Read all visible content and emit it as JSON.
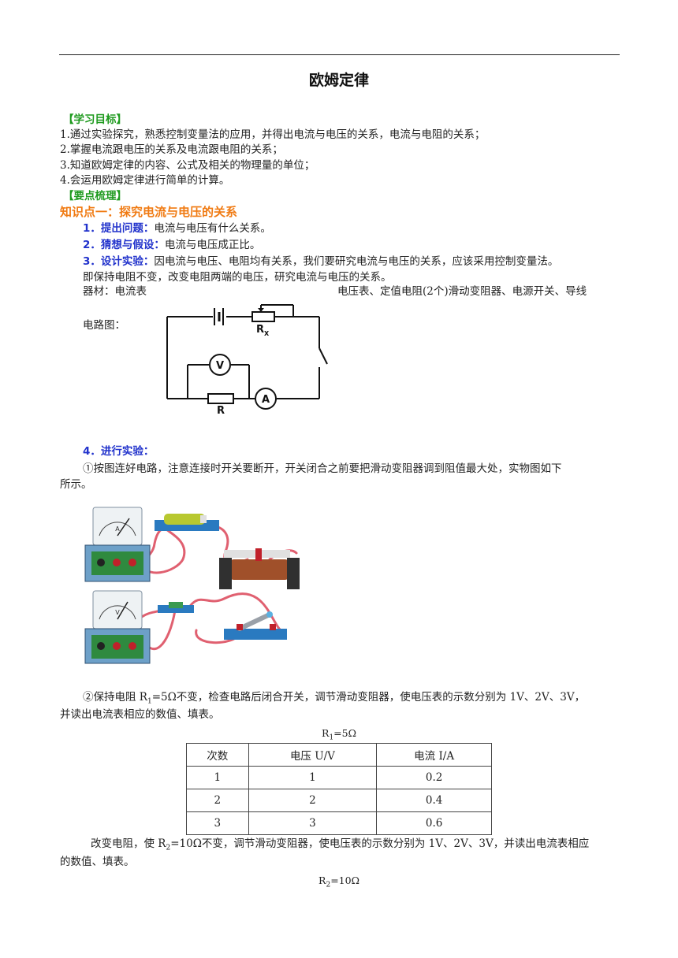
{
  "title": "欧姆定律",
  "objectives_header": "【学习目标】",
  "objectives": [
    "1.通过实验探究，熟悉控制变量法的应用，并得出电流与电压的关系，电流与电阻的关系；",
    "2.掌握电流跟电压的关系及电流跟电阻的关系；",
    "3.知道欧姆定律的内容、公式及相关的物理量的单位；",
    "4.会运用欧姆定律进行简单的计算。"
  ],
  "summary_header": "【要点梳理】",
  "point1_title": "知识点一：探究电流与电压的关系",
  "step1_label": "1．提出问题：",
  "step1_text": "电流与电压有什么关系。",
  "step2_label": "2．猜想与假设：",
  "step2_text": "电流与电压成正比。",
  "step3_label": "3．设计实验：",
  "step3_text": "因电流与电压、电阻均有关系，我们要研究电流与电压的关系，应该采用控制变量法。",
  "step3_text2": "即保持电阻不变，改变电阻两端的电压，研究电流与电压的关系。",
  "equipment_label": "器材：电流表",
  "equipment_rest": "电压表、定值电阻(2个)滑动变阻器、电源开关、导线",
  "circuit_label": "电路图：",
  "circuit": {
    "rheostat_label": "R",
    "rheostat_sub": "X",
    "resistor_label": "R",
    "voltmeter": "V",
    "ammeter": "A"
  },
  "step4_label": "4．进行实验：",
  "step4_text": "①按图连好电路，注意连接时开关要断开，开关闭合之前要把滑动变阻器调到阻值最大处，实物图如下",
  "step4_text2": "所示。",
  "photo_meters": {
    "top_dial": "A",
    "bottom_dial": "V"
  },
  "keep_prefix": "②保持电阻 R",
  "keep_sub": "1",
  "keep_suffix": "=5Ω不变，检查电路后闭合开关，调节滑动变阻器，使电压表的示数分别为 1V、2V、3V，",
  "keep_text2": "并读出电流表相应的数值、填表。",
  "table1_caption_prefix": "R",
  "table1_caption_sub": "1",
  "table1_caption_suffix": "=5Ω",
  "table1": {
    "headers": [
      "次数",
      "电压 U/V",
      "电流 I/A"
    ],
    "rows": [
      [
        "1",
        "1",
        "0.2"
      ],
      [
        "2",
        "2",
        "0.4"
      ],
      [
        "3",
        "3",
        "0.6"
      ]
    ]
  },
  "change_prefix": "改变电阻，使 R",
  "change_sub": "2",
  "change_suffix": "=10Ω不变，调节滑动变阻器，使电压表的示数分别为 1V、2V、3V，并读出电流表相应",
  "change_text2": "的数值、填表。",
  "table2_caption_prefix": "R",
  "table2_caption_sub": "2",
  "table2_caption_suffix": "=10Ω"
}
